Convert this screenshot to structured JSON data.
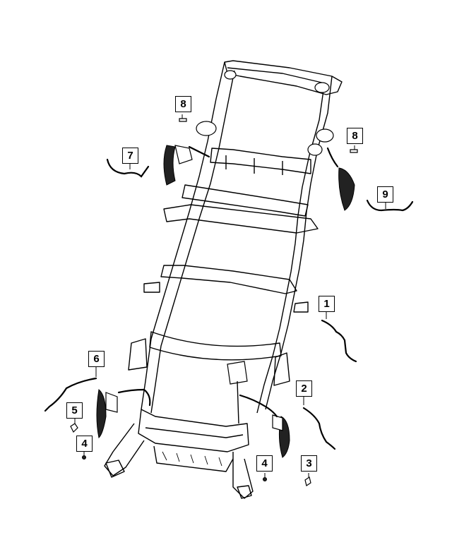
{
  "callouts": [
    {
      "id": "c8a",
      "label": "8"
    },
    {
      "id": "c7",
      "label": "7"
    },
    {
      "id": "c8b",
      "label": "8"
    },
    {
      "id": "c9",
      "label": "9"
    },
    {
      "id": "c1",
      "label": "1"
    },
    {
      "id": "c6",
      "label": "6"
    },
    {
      "id": "c2",
      "label": "2"
    },
    {
      "id": "c5",
      "label": "5"
    },
    {
      "id": "c4a",
      "label": "4"
    },
    {
      "id": "c4b",
      "label": "4"
    },
    {
      "id": "c3",
      "label": "3"
    }
  ]
}
